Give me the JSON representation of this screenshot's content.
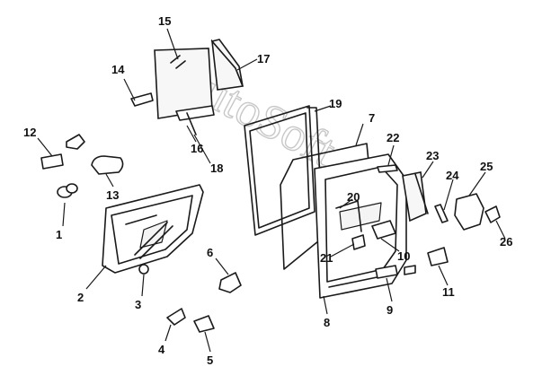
{
  "labels": [
    "1",
    "2",
    "3",
    "4",
    "5",
    "6",
    "7",
    "8",
    "9",
    "10",
    "11",
    "12",
    "13",
    "14",
    "15",
    "16",
    "17",
    "18",
    "19",
    "20",
    "21",
    "22",
    "23",
    "24",
    "25",
    "26"
  ],
  "watermark": "AutoSoft"
}
